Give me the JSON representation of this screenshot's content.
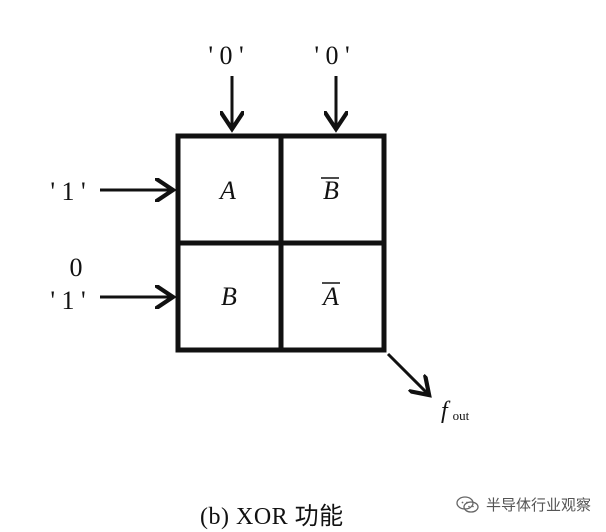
{
  "inputs": {
    "top_left": "' 0 '",
    "top_right": "' 0 '",
    "left_top": "' 1 '",
    "left_bottom_upper": "0",
    "left_bottom": "' 1 '"
  },
  "cells": {
    "top_left": "A",
    "top_right": "B",
    "bottom_left": "B",
    "bottom_right": "A"
  },
  "output": {
    "base": "f",
    "subscript": "out"
  },
  "caption": "(b) XOR 功能",
  "watermark": {
    "text": "半导体行业观察",
    "icon": "wechat-icon"
  }
}
